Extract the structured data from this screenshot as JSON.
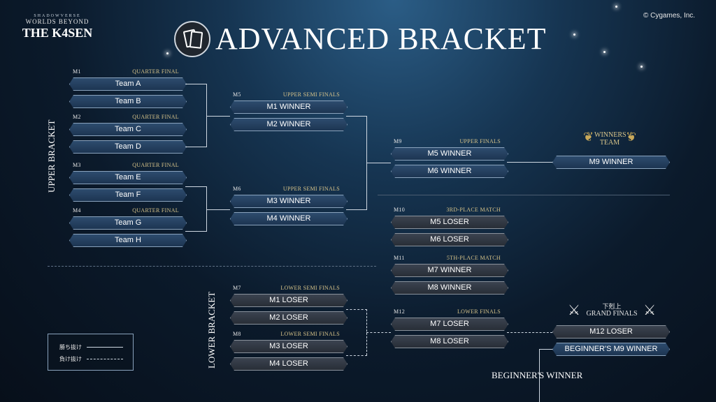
{
  "header": {
    "logo_small": "SHADOWVERSE",
    "logo_mid": "WORLDS BEYOND",
    "logo_main": "THE K4SEN",
    "title": "ADVANCED BRACKET",
    "copyright": "© Cygames, Inc."
  },
  "sections": {
    "upper": "UPPER BRACKET",
    "lower": "LOWER BRACKET",
    "beginner": "BEGINNER'S WINNER"
  },
  "matches": {
    "m1": {
      "id": "M1",
      "round": "QUARTER FINAL",
      "a": "Team A",
      "b": "Team B"
    },
    "m2": {
      "id": "M2",
      "round": "QUARTER FINAL",
      "a": "Team C",
      "b": "Team D"
    },
    "m3": {
      "id": "M3",
      "round": "QUARTER FINAL",
      "a": "Team E",
      "b": "Team F"
    },
    "m4": {
      "id": "M4",
      "round": "QUARTER FINAL",
      "a": "Team G",
      "b": "Team H"
    },
    "m5": {
      "id": "M5",
      "round": "UPPER SEMI FINALS",
      "a": "M1 WINNER",
      "b": "M2 WINNER"
    },
    "m6": {
      "id": "M6",
      "round": "UPPER SEMI FINALS",
      "a": "M3 WINNER",
      "b": "M4 WINNER"
    },
    "m7": {
      "id": "M7",
      "round": "LOWER SEMI FINALS",
      "a": "M1 LOSER",
      "b": "M2 LOSER"
    },
    "m8": {
      "id": "M8",
      "round": "LOWER SEMI FINALS",
      "a": "M3 LOSER",
      "b": "M4 LOSER"
    },
    "m9": {
      "id": "M9",
      "round": "UPPER FINALS",
      "a": "M5 WINNER",
      "b": "M6 WINNER"
    },
    "m10": {
      "id": "M10",
      "round": "3RD-PLACE MATCH",
      "a": "M5 LOSER",
      "b": "M6 LOSER"
    },
    "m11": {
      "id": "M11",
      "round": "5TH-PLACE MATCH",
      "a": "M7 WINNER",
      "b": "M8 WINNER"
    },
    "m12": {
      "id": "M12",
      "round": "LOWER FINALS",
      "a": "M7 LOSER",
      "b": "M8 LOSER"
    }
  },
  "winners_team": {
    "label": "WINNERS TEAM",
    "slot": "M9 WINNER"
  },
  "grand_finals": {
    "label_jp": "下剋上",
    "label": "GRAND FINALS",
    "a": "M12 LOSER",
    "b": "BEGINNER'S M9 WINNER"
  },
  "legend": {
    "win": "勝ち抜け",
    "lose": "負け抜け"
  }
}
